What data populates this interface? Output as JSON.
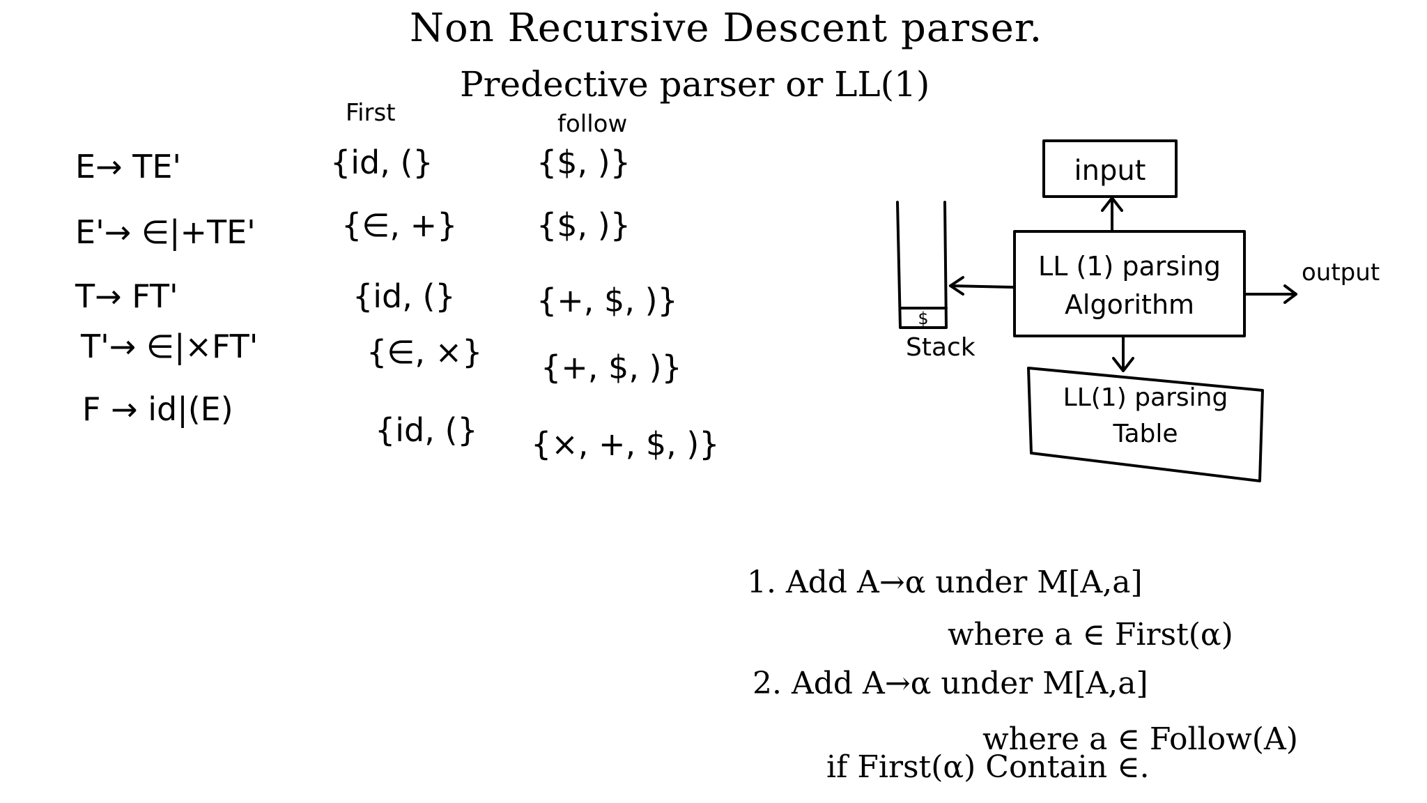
{
  "title": "Non Recursive Descent parser.",
  "subtitle": "Predective parser or LL(1)",
  "columns": {
    "first": "First",
    "follow": "follow"
  },
  "productions": [
    {
      "rule": "E→ TE'",
      "first": "{id, (}",
      "follow": "{$, )}"
    },
    {
      "rule": "E'→ ∈|+TE'",
      "first": "{∈, +}",
      "follow": "{$, )}"
    },
    {
      "rule": "T→ FT'",
      "first": "{id, (}",
      "follow": "{+, $, )}"
    },
    {
      "rule": "T'→ ∈|×FT'",
      "first": "{∈, ×}",
      "follow": "{+, $, )}"
    },
    {
      "rule": "F → id|(E)",
      "first": "{id, (}",
      "follow": "{×, +, $, )}"
    }
  ],
  "diagram": {
    "input": "input",
    "algorithm_line1": "LL (1) parsing",
    "algorithm_line2": "Algorithm",
    "output": "output",
    "stack": "Stack",
    "stack_bottom": "$",
    "table_line1": "LL(1) parsing",
    "table_line2": "Table"
  },
  "rules": {
    "r1_line1": "1.  Add A→α under M[A,a]",
    "r1_line2": "where a ∈ First(α)",
    "r2_line1": "2.  Add A→α under M[A,a]",
    "r2_line2": "where a ∈ Follow(A)",
    "r2_line3": "if First(α) Contain ∈."
  }
}
